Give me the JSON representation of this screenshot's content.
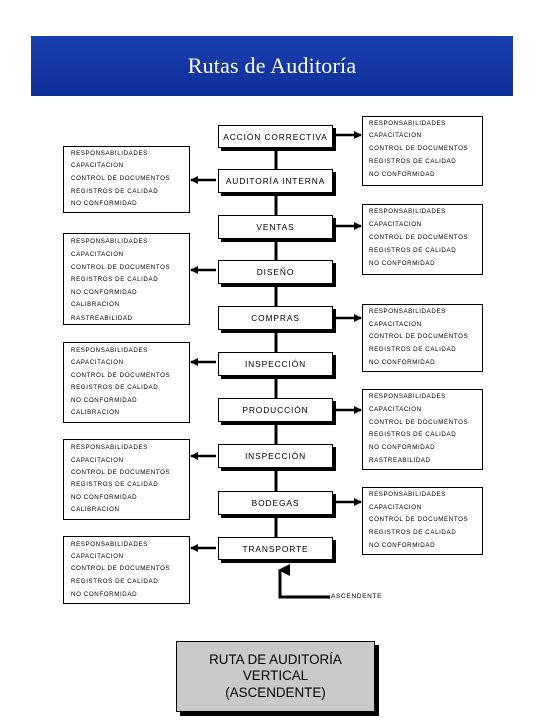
{
  "title": "Rutas de Auditoría",
  "stages": [
    "ACCIÓN CORRECTIVA",
    "AUDITORÍA INTERNA",
    "VENTAS",
    "DISEÑO",
    "COMPRAS",
    "INSPECCIÓN",
    "PRODUCCIÓN",
    "INSPECCIÓN",
    "BODEGAS",
    "TRANSPORTE"
  ],
  "requirement_lists": [
    {
      "side": "right",
      "items": [
        "RESPONSABILIDADES",
        "CAPACITACION",
        "CONTROL DE DOCUMENTOS",
        "REGISTROS DE CALIDAD",
        "NO CONFORMIDAD"
      ]
    },
    {
      "side": "left",
      "items": [
        "RESPONSABILIDADES",
        "CAPACITACION",
        "CONTROL DE DOCUMENTOS",
        "REGISTROS DE CALIDAD",
        "NO CONFORMIDAD"
      ]
    },
    {
      "side": "right",
      "items": [
        "RESPONSABILIDADES",
        "CAPACITACION",
        "CONTROL DE DOCUMENTOS",
        "REGISTROS DE CALIDAD",
        "NO CONFORMIDAD"
      ]
    },
    {
      "side": "left",
      "items": [
        "RESPONSABILIDADES",
        "CAPACITACION",
        "CONTROL DE DOCUMENTOS",
        "REGISTROS DE CALIDAD",
        "NO CONFORMIDAD",
        "CALIBRACION",
        "RASTREABILIDAD"
      ]
    },
    {
      "side": "right",
      "items": [
        "RESPONSABILIDADES",
        "CAPACITACION",
        "CONTROL DE DOCUMENTOS",
        "REGISTROS DE CALIDAD",
        "NO CONFORMIDAD"
      ]
    },
    {
      "side": "left",
      "items": [
        "RESPONSABILIDADES",
        "CAPACITACION",
        "CONTROL DE DOCUMENTOS",
        "REGISTROS DE CALIDAD",
        "NO CONFORMIDAD",
        "CALIBRACION"
      ]
    },
    {
      "side": "right",
      "items": [
        "RESPONSABILIDADES",
        "CAPACITACION",
        "CONTROL DE DOCUMENTOS",
        "REGISTROS DE CALIDAD",
        "NO CONFORMIDAD",
        "RASTREABILIDAD"
      ]
    },
    {
      "side": "left",
      "items": [
        "RESPONSABILIDADES",
        "CAPACITACION",
        "CONTROL DE DOCUMENTOS",
        "REGISTROS DE CALIDAD",
        "NO CONFORMIDAD",
        "CALIBRACION"
      ]
    },
    {
      "side": "right",
      "items": [
        "RESPONSABILIDADES",
        "CAPACITACION",
        "CONTROL DE DOCUMENTOS",
        "REGISTROS DE CALIDAD",
        "NO CONFORMIDAD"
      ]
    },
    {
      "side": "left",
      "items": [
        "RESPONSABILIDADES",
        "CAPACITACION",
        "CONTROL DE DOCUMENTOS",
        "REGISTROS DE CALIDAD",
        "NO CONFORMIDAD"
      ]
    }
  ],
  "ascending_label": "ASCENDENTE",
  "footer": {
    "line1": "RUTA DE AUDITORÍA",
    "line2": "VERTICAL",
    "line3": "(ASCENDENTE)"
  }
}
